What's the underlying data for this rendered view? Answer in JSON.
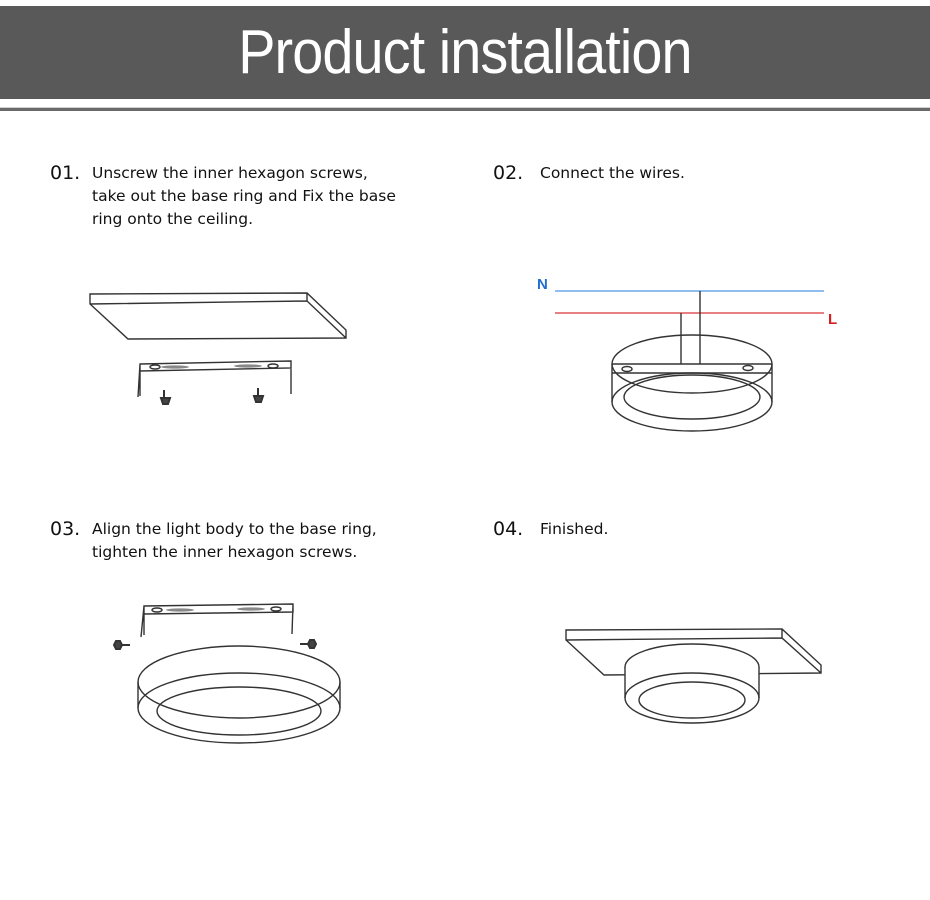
{
  "header": {
    "title": "Product installation"
  },
  "steps": [
    {
      "number": "01.",
      "lines": [
        "Unscrew the inner hexagon screws,",
        "take out the base ring and Fix the base",
        "ring onto the ceiling."
      ],
      "illustration": "ceiling-plate-bracket-screws"
    },
    {
      "number": "02.",
      "lines": [
        "Connect the wires."
      ],
      "illustration": "wiring-diagram",
      "wire_labels": {
        "neutral": "N",
        "live": "L"
      },
      "colors": {
        "neutral": "#6aa8e8",
        "live": "#e0555a",
        "neutral_label": "#1e6fd0",
        "live_label": "#d42020"
      }
    },
    {
      "number": "03.",
      "lines": [
        "Align the light body to the base ring,",
        "tighten the inner hexagon screws."
      ],
      "illustration": "light-body-bracket-screws"
    },
    {
      "number": "04.",
      "lines": [
        "Finished."
      ],
      "illustration": "mounted-light"
    }
  ],
  "colors": {
    "banner": "#595959",
    "rule": "#6a6a6a"
  }
}
